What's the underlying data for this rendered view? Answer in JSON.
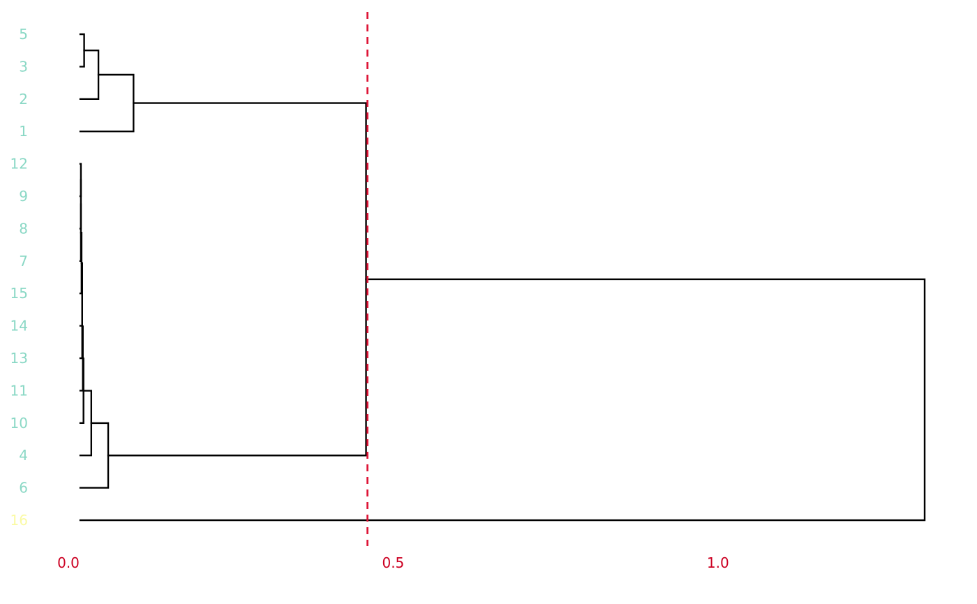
{
  "chart_data": {
    "type": "dendrogram",
    "orientation": "horizontal",
    "leaves": [
      {
        "label": "5",
        "cluster": 1
      },
      {
        "label": "3",
        "cluster": 1
      },
      {
        "label": "2",
        "cluster": 1
      },
      {
        "label": "1",
        "cluster": 1
      },
      {
        "label": "12",
        "cluster": 1
      },
      {
        "label": "9",
        "cluster": 1
      },
      {
        "label": "8",
        "cluster": 1
      },
      {
        "label": "7",
        "cluster": 1
      },
      {
        "label": "15",
        "cluster": 1
      },
      {
        "label": "14",
        "cluster": 1
      },
      {
        "label": "13",
        "cluster": 1
      },
      {
        "label": "11",
        "cluster": 1
      },
      {
        "label": "10",
        "cluster": 1
      },
      {
        "label": "4",
        "cluster": 1
      },
      {
        "label": "6",
        "cluster": 1
      },
      {
        "label": "16",
        "cluster": 2
      }
    ],
    "merges": [
      {
        "a": "leaf:5",
        "b": "leaf:3",
        "height": 0.006
      },
      {
        "a": "merge:0",
        "b": "leaf:2",
        "height": 0.028
      },
      {
        "a": "merge:1",
        "b": "leaf:1",
        "height": 0.082
      },
      {
        "a": "leaf:12",
        "b": "leaf:9",
        "height": 0.001
      },
      {
        "a": "merge:3",
        "b": "leaf:8",
        "height": 0.001
      },
      {
        "a": "merge:4",
        "b": "leaf:7",
        "height": 0.001
      },
      {
        "a": "merge:5",
        "b": "leaf:15",
        "height": 0.002
      },
      {
        "a": "merge:6",
        "b": "leaf:14",
        "height": 0.003
      },
      {
        "a": "merge:7",
        "b": "leaf:13",
        "height": 0.003
      },
      {
        "a": "merge:8",
        "b": "leaf:11",
        "height": 0.004
      },
      {
        "a": "merge:9",
        "b": "leaf:10",
        "height": 0.005
      },
      {
        "a": "merge:10",
        "b": "leaf:4",
        "height": 0.017
      },
      {
        "a": "merge:11",
        "b": "leaf:6",
        "height": 0.043
      },
      {
        "a": "merge:2",
        "b": "merge:12",
        "height": 0.44
      },
      {
        "a": "merge:13",
        "b": "leaf:16",
        "height": 1.3
      }
    ],
    "cut_height": 0.44,
    "xlim": [
      0,
      1.3
    ],
    "x_ticks": [
      0.0,
      0.5,
      1.0
    ],
    "x_tick_labels": [
      "0.0",
      "0.5",
      "1.0"
    ],
    "title": "",
    "xlabel": "",
    "ylabel": "",
    "grid": false,
    "colors": {
      "cluster_1_label": "#8ad8c5",
      "cluster_2_label": "#fafaa3",
      "tick_label": "#cc0022",
      "cut_line": "#dd1133",
      "branch": "#000000"
    }
  }
}
